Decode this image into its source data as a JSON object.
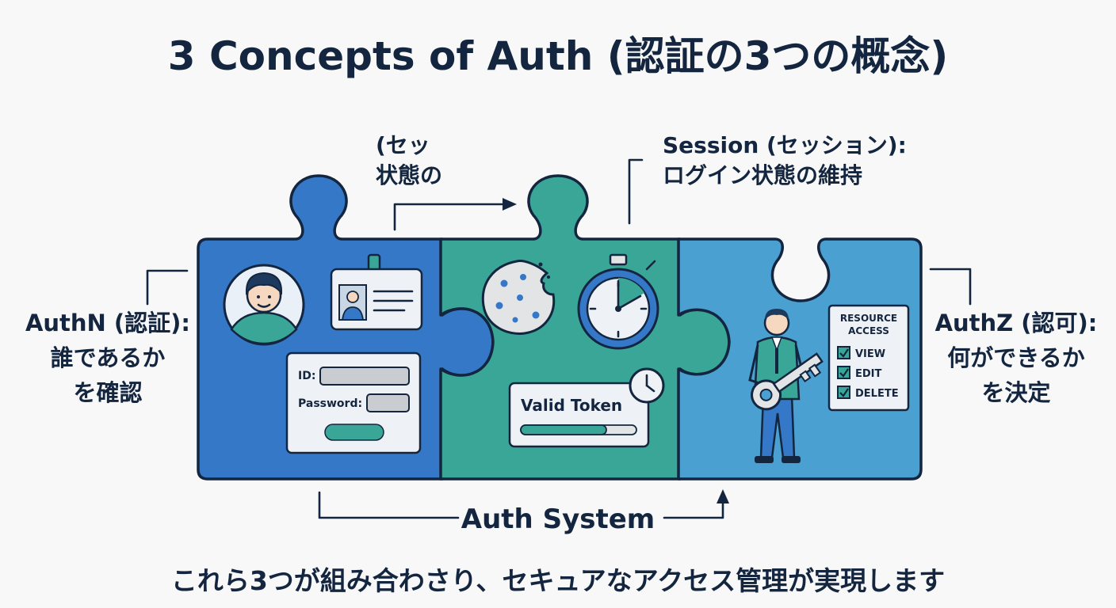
{
  "title": "3 Concepts of Auth (認証の3つの概念)",
  "session_label_partial": {
    "line1": "(セッ",
    "line2": "状態の"
  },
  "session_label": {
    "line1": "Session (セッション):",
    "line2": "ログイン状態の維持"
  },
  "authn_label": {
    "line1": "AuthN (認証):",
    "line2": "誰であるか",
    "line3": "を確認"
  },
  "authz_label": {
    "line1": "AuthZ (認可):",
    "line2": "何ができるか",
    "line3": "を決定"
  },
  "login_form": {
    "id_label": "ID:",
    "password_label": "Password:"
  },
  "token_card": {
    "label": "Valid Token"
  },
  "resource_card": {
    "title_line1": "RESOURCE",
    "title_line2": "ACCESS",
    "items": [
      "VIEW",
      "EDIT",
      "DELETE"
    ]
  },
  "system_label": "Auth System",
  "footer": "これら3つが組み合わさり、セキュアなアクセス管理が実現します",
  "colors": {
    "navy": "#14263f",
    "authn_blue": "#3578c8",
    "session_teal": "#3aa697",
    "authz_blue": "#4aa0d0",
    "background": "#f7f8f7"
  }
}
